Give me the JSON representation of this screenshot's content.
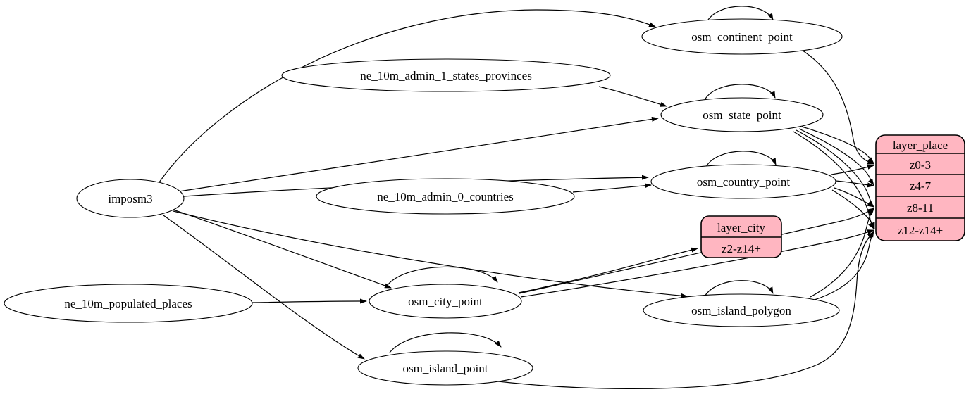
{
  "diagram_type": "etl-graph",
  "nodes": {
    "imposm3": "imposm3",
    "ne_10m_admin_1_states_provinces": "ne_10m_admin_1_states_provinces",
    "ne_10m_admin_0_countries": "ne_10m_admin_0_countries",
    "ne_10m_populated_places": "ne_10m_populated_places",
    "osm_continent_point": "osm_continent_point",
    "osm_state_point": "osm_state_point",
    "osm_country_point": "osm_country_point",
    "osm_city_point": "osm_city_point",
    "osm_island_polygon": "osm_island_polygon",
    "osm_island_point": "osm_island_point"
  },
  "records": {
    "layer_place": {
      "title": "layer_place",
      "rows": [
        "z0-3",
        "z4-7",
        "z8-11",
        "z12-z14+"
      ]
    },
    "layer_city": {
      "title": "layer_city",
      "rows": [
        "z2-z14+"
      ]
    }
  },
  "colors": {
    "record_fill": "#ffb6c1",
    "node_fill": "#ffffff",
    "stroke": "#000000",
    "background": "#ffffff"
  },
  "edges": [
    {
      "from": "imposm3",
      "to": "osm_continent_point"
    },
    {
      "from": "imposm3",
      "to": "osm_state_point"
    },
    {
      "from": "imposm3",
      "to": "osm_country_point"
    },
    {
      "from": "imposm3",
      "to": "osm_city_point"
    },
    {
      "from": "imposm3",
      "to": "osm_island_polygon"
    },
    {
      "from": "imposm3",
      "to": "osm_island_point"
    },
    {
      "from": "ne_10m_admin_1_states_provinces",
      "to": "osm_state_point"
    },
    {
      "from": "ne_10m_admin_0_countries",
      "to": "osm_country_point"
    },
    {
      "from": "ne_10m_populated_places",
      "to": "osm_city_point"
    },
    {
      "from": "osm_continent_point",
      "to": "osm_continent_point",
      "self_loop": true
    },
    {
      "from": "osm_state_point",
      "to": "osm_state_point",
      "self_loop": true
    },
    {
      "from": "osm_country_point",
      "to": "osm_country_point",
      "self_loop": true
    },
    {
      "from": "osm_city_point",
      "to": "osm_city_point",
      "self_loop": true
    },
    {
      "from": "osm_island_polygon",
      "to": "osm_island_polygon",
      "self_loop": true
    },
    {
      "from": "osm_island_point",
      "to": "osm_island_point",
      "self_loop": true
    },
    {
      "from": "osm_continent_point",
      "to": "layer_place",
      "port": "z0-3"
    },
    {
      "from": "osm_state_point",
      "to": "layer_place",
      "port": "z0-3"
    },
    {
      "from": "osm_state_point",
      "to": "layer_place",
      "port": "z4-7"
    },
    {
      "from": "osm_state_point",
      "to": "layer_place",
      "port": "z8-11"
    },
    {
      "from": "osm_state_point",
      "to": "layer_place",
      "port": "z12-z14+"
    },
    {
      "from": "osm_country_point",
      "to": "layer_place",
      "port": "z0-3"
    },
    {
      "from": "osm_country_point",
      "to": "layer_place",
      "port": "z4-7"
    },
    {
      "from": "osm_country_point",
      "to": "layer_place",
      "port": "z8-11"
    },
    {
      "from": "osm_country_point",
      "to": "layer_place",
      "port": "z12-z14+"
    },
    {
      "from": "osm_city_point",
      "to": "layer_city",
      "port": "z2-z14+"
    },
    {
      "from": "osm_city_point",
      "to": "layer_place",
      "port": "z8-11"
    },
    {
      "from": "osm_city_point",
      "to": "layer_place",
      "port": "z12-z14+"
    },
    {
      "from": "osm_island_polygon",
      "to": "layer_place",
      "port": "z8-11"
    },
    {
      "from": "osm_island_polygon",
      "to": "layer_place",
      "port": "z12-z14+"
    },
    {
      "from": "osm_island_point",
      "to": "layer_place",
      "port": "z12-z14+"
    }
  ]
}
